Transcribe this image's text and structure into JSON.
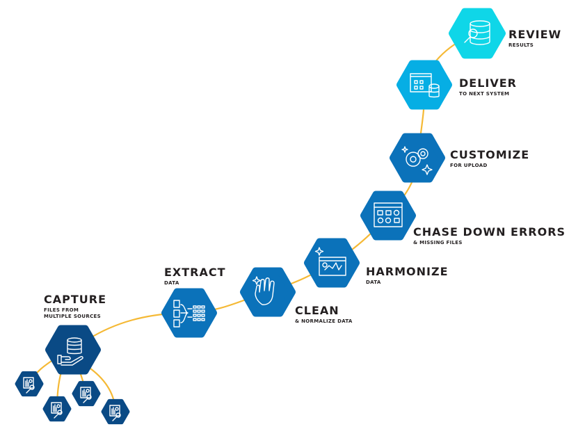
{
  "colors": {
    "path": "#f5b935",
    "review": "#0fd6e8",
    "deliver": "#06aee4",
    "mid": "#0b72ba",
    "dark": "#0a4a85"
  },
  "steps": [
    {
      "id": "review",
      "title": "REVIEW",
      "subtitle": [
        "RESULTS"
      ],
      "icon": "database-search-icon"
    },
    {
      "id": "deliver",
      "title": "DELIVER",
      "subtitle": [
        "TO NEXT SYSTEM"
      ],
      "icon": "table-to-database-icon"
    },
    {
      "id": "customize",
      "title": "CUSTOMIZE",
      "subtitle": [
        "FOR UPLOAD"
      ],
      "icon": "gears-sparkle-icon"
    },
    {
      "id": "chase",
      "title": "CHASE DOWN ERRORS",
      "subtitle": [
        "& MISSING FILES"
      ],
      "icon": "grid-errors-icon"
    },
    {
      "id": "harmonize",
      "title": "HARMONIZE",
      "subtitle": [
        "DATA"
      ],
      "icon": "chart-window-sparkle-icon"
    },
    {
      "id": "clean",
      "title": "CLEAN",
      "subtitle": [
        "& NORMALIZE DATA"
      ],
      "icon": "cleaning-hand-icon"
    },
    {
      "id": "extract",
      "title": "EXTRACT",
      "subtitle": [
        "DATA"
      ],
      "icon": "documents-to-grid-icon"
    },
    {
      "id": "capture",
      "title": "CAPTURE",
      "subtitle": [
        "FILES FROM",
        "MULTIPLE SOURCES"
      ],
      "icon": "hand-database-icon"
    }
  ],
  "sources_icon": "report-search-icon"
}
